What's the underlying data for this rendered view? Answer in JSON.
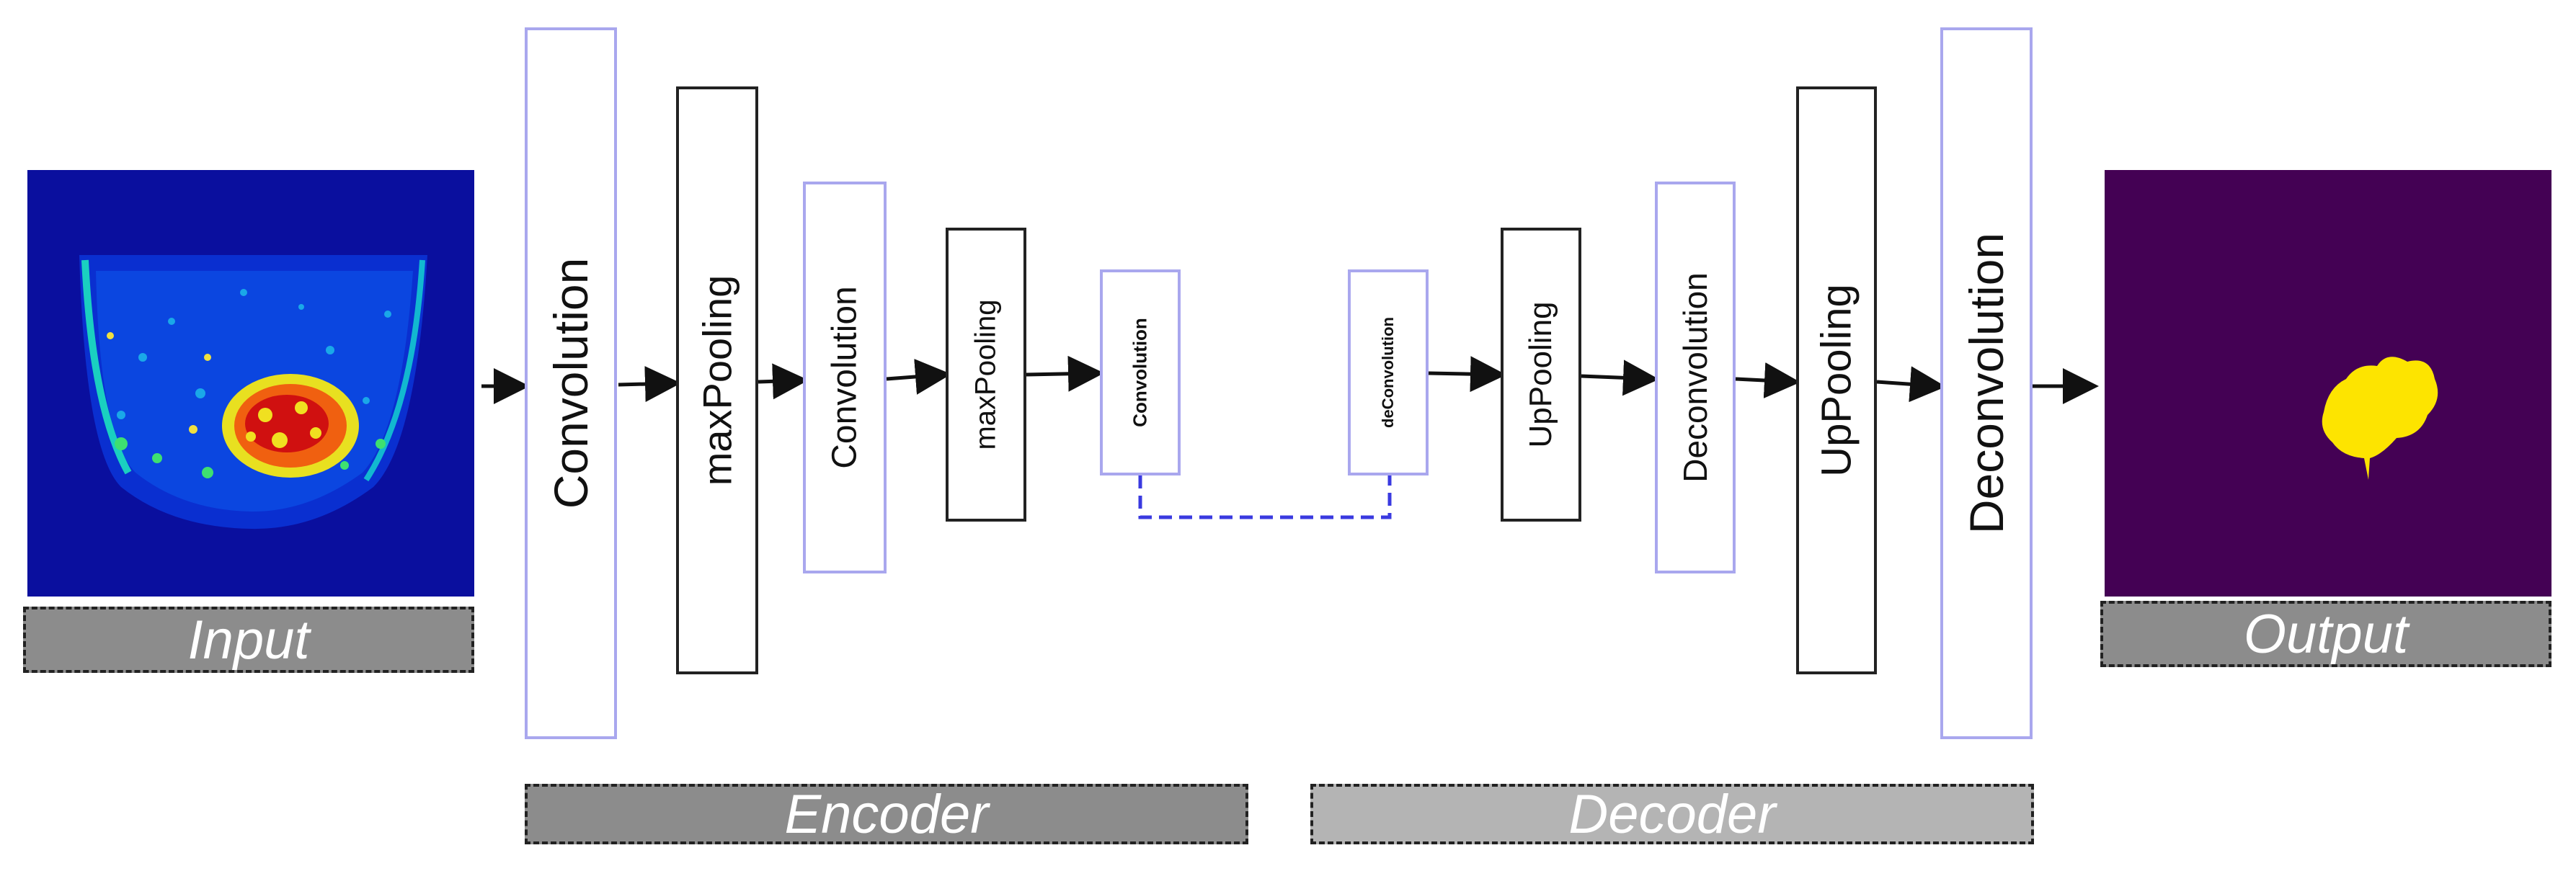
{
  "input_label": "Input",
  "output_label": "Output",
  "encoder_label": "Encoder",
  "decoder_label": "Decoder",
  "blocks": [
    {
      "label": "Convolution"
    },
    {
      "label": "maxPooling"
    },
    {
      "label": "Convolution"
    },
    {
      "label": "maxPooling"
    },
    {
      "label": "Convolution"
    },
    {
      "label": "deConvolution"
    },
    {
      "label": "UpPooling"
    },
    {
      "label": "Deconvolution"
    },
    {
      "label": "UpPooling"
    },
    {
      "label": "Deconvolution"
    }
  ],
  "colors": {
    "input_background": "#0a0f9e",
    "output_background": "#440154",
    "output_segment": "#fde400",
    "skip_connection": "#3a3ae0",
    "blue_border": "#a9a7ee",
    "label_box_dark": "#8c8c8c",
    "label_box_light": "#b4b4b4"
  }
}
